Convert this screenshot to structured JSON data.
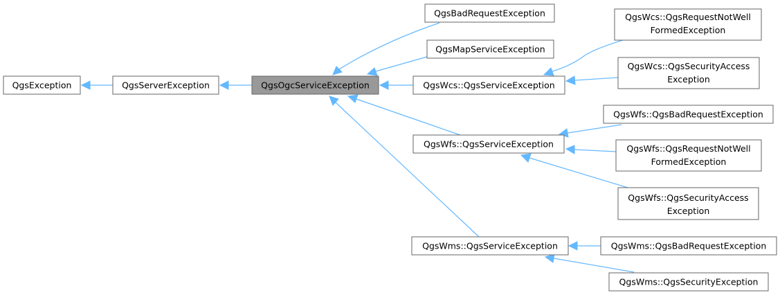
{
  "diagram": {
    "colors": {
      "edge": "#63b8ff",
      "node_border": "#666666",
      "node_fill": "#ffffff",
      "highlight_fill": "#999999"
    },
    "nodes": {
      "qgs_exception": [
        "QgsException"
      ],
      "qgs_server_exception": [
        "QgsServerException"
      ],
      "qgs_ogc_service_exception": [
        "QgsOgcServiceException"
      ],
      "qgs_bad_request_exception": [
        "QgsBadRequestException"
      ],
      "qgs_map_service_exception": [
        "QgsMapServiceException"
      ],
      "wcs_service_exception": [
        "QgsWcs::QgsServiceException"
      ],
      "wfs_service_exception": [
        "QgsWfs::QgsServiceException"
      ],
      "wms_service_exception": [
        "QgsWms::QgsServiceException"
      ],
      "wcs_request_not_well_formed": [
        "QgsWcs::QgsRequestNotWell",
        "FormedException"
      ],
      "wcs_security_access": [
        "QgsWcs::QgsSecurityAccess",
        "Exception"
      ],
      "wfs_bad_request": [
        "QgsWfs::QgsBadRequestException"
      ],
      "wfs_request_not_well_formed": [
        "QgsWfs::QgsRequestNotWell",
        "FormedException"
      ],
      "wfs_security_access": [
        "QgsWfs::QgsSecurityAccess",
        "Exception"
      ],
      "wms_bad_request": [
        "QgsWms::QgsBadRequestException"
      ],
      "wms_security_exception": [
        "QgsWms::QgsSecurityException"
      ]
    }
  }
}
